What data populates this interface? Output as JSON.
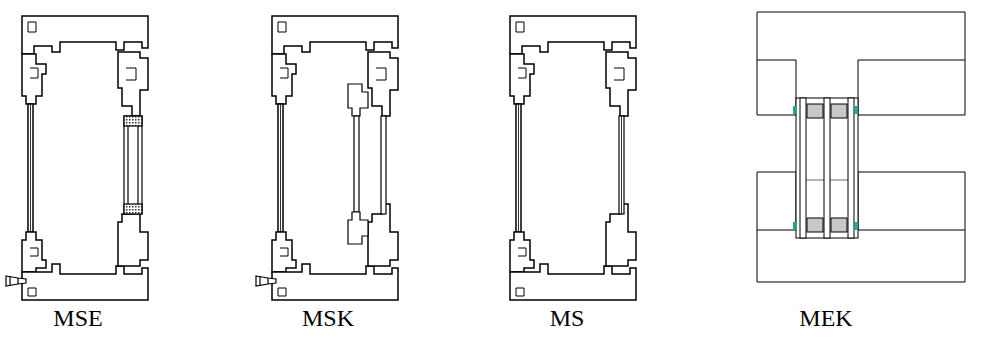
{
  "diagram": {
    "labels": [
      "MSE",
      "MSK",
      "MS",
      "MEK"
    ]
  }
}
